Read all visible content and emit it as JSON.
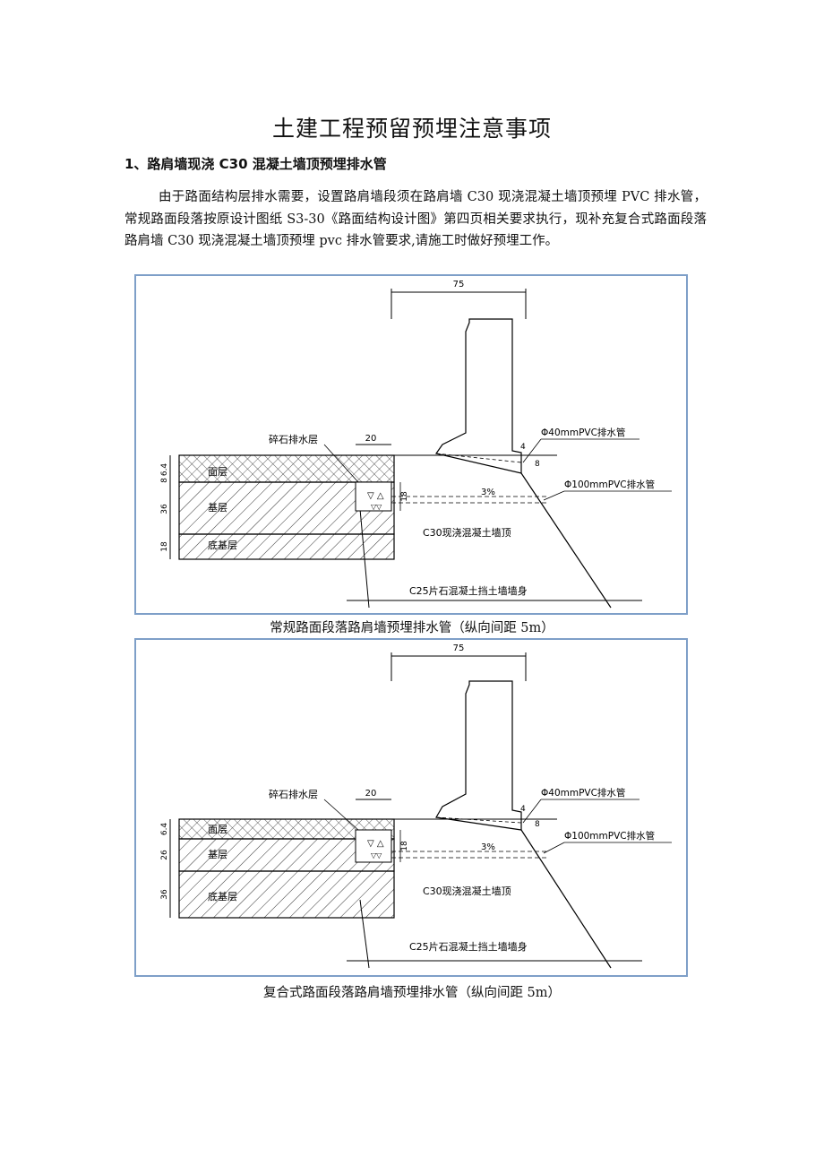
{
  "document": {
    "title": "土建工程预留预埋注意事项",
    "section_heading": "1、路肩墙现浇 C30 混凝土墙顶预埋排水管",
    "paragraph": "由于路面结构层排水需要，设置路肩墙段须在路肩墙 C30 现浇混凝土墙顶预埋 PVC 排水管，常规路面段落按原设计图纸 S3-30《路面结构设计图》第四页相关要求执行，现补充复合式路面段落路肩墙 C30 现浇混凝土墙顶预埋 pvc 排水管要求,请施工时做好预埋工作。"
  },
  "figures": [
    {
      "caption": "常规路面段落路肩墙预埋排水管（纵向间距 5m）",
      "labels": {
        "top_width": "75",
        "gravel_drain_layer": "碎石排水层",
        "gravel_width": "20",
        "pipe_small": "Φ40mmPVC排水管",
        "pipe_small_dim": "4",
        "pipe_small_dim2": "8",
        "pipe_large": "Φ100mmPVC排水管",
        "slope": "3%",
        "gravel_height": "18",
        "surface_layer": "面层",
        "base_layer": "基层",
        "subbase_layer": "底基层",
        "dim_surface": "6.4",
        "dim_surface2": "8",
        "dim_base": "36",
        "dim_subbase": "18",
        "wall_top": "C30现浇混凝土墙顶",
        "wall_body": "C25片石混凝土挡土墙墙身"
      }
    },
    {
      "caption": "复合式路面段落路肩墙预埋排水管（纵向间距 5m）",
      "labels": {
        "top_width": "75",
        "gravel_drain_layer": "碎石排水层",
        "gravel_width": "20",
        "pipe_small": "Φ40mmPVC排水管",
        "pipe_small_dim": "4",
        "pipe_small_dim2": "8",
        "pipe_large": "Φ100mmPVC排水管",
        "slope": "3%",
        "gravel_height": "18",
        "surface_layer": "面层",
        "base_layer": "基层",
        "subbase_layer": "底基层",
        "dim_surface": "6.4",
        "dim_surface2": "",
        "dim_base": "26",
        "dim_subbase": "36",
        "wall_top": "C30现浇混凝土墙顶",
        "wall_body": "C25片石混凝土挡土墙墙身"
      }
    }
  ]
}
